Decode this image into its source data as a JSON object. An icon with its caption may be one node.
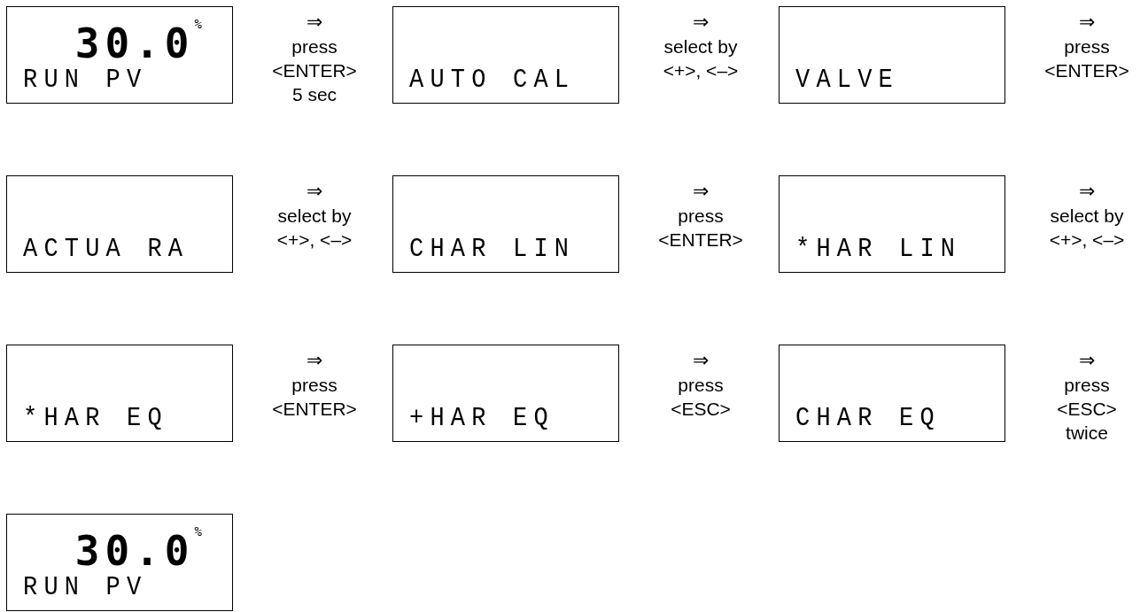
{
  "diagram": {
    "nodes": [
      {
        "text": [
          "30.0$^{%}$",
          "RUN PV"
        ]
      },
      {
        "text": [
          "AUTO CAL"
        ]
      },
      {
        "text": [
          "VALVE"
        ]
      },
      {
        "text": [
          "ACTUA RA"
        ]
      },
      {
        "text": [
          "CHAR LIN"
        ]
      },
      {
        "text": [
          "*HAR LIN"
        ]
      },
      {
        "text": [
          "*HAR EQ"
        ]
      },
      {
        "text": [
          "+HAR EQ"
        ]
      },
      {
        "text": [
          "CHAR EQ"
        ]
      },
      {
        "text": [
          "30.0$^{%}$",
          "RUN PV"
        ]
      }
    ],
    "labels": [
      "⇒",
      "press <ENTER> 5 sec",
      "⇒",
      "select by <+>, <–>",
      "⇒",
      "press <ENTER>",
      "⇒",
      "select by <+>, <–>",
      "⇒",
      "press <ENTER>",
      "⇒",
      "select by <+>, <–>",
      "⇒",
      "press <ENTER>",
      "⇒",
      "press <ESC>",
      "⇒",
      "press <ESC> twice"
    ]
  }
}
